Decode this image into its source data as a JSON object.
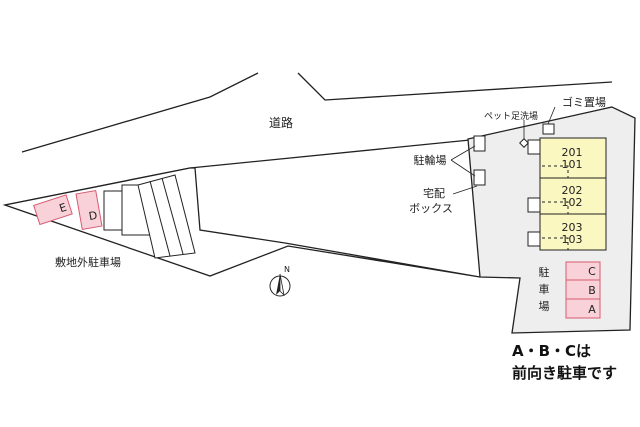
{
  "labels": {
    "road": "道路",
    "garbage": "ゴミ置場",
    "pet_wash": "ペット足洗場",
    "bicycle": "駐輪場",
    "delivery_box_1": "宅配",
    "delivery_box_2": "ボックス",
    "offsite_parking": "敷地外駐車場",
    "parking_1": "駐",
    "parking_2": "車",
    "parking_3": "場",
    "north": "N"
  },
  "units": [
    {
      "top": "201",
      "bottom": "101"
    },
    {
      "top": "202",
      "bottom": "102"
    },
    {
      "top": "203",
      "bottom": "103"
    }
  ],
  "parking_onsite": [
    "C",
    "B",
    "A"
  ],
  "parking_offsite": [
    "E",
    "D"
  ],
  "note": {
    "line1": "A・B・Cは",
    "line2": "前向き駐車です"
  },
  "colors": {
    "building_fill": "#fbf7c0",
    "parking_fill": "#f9d1d8",
    "parking_stroke": "#d75a70",
    "site_fill": "#eeeeee",
    "outline": "#222222"
  }
}
